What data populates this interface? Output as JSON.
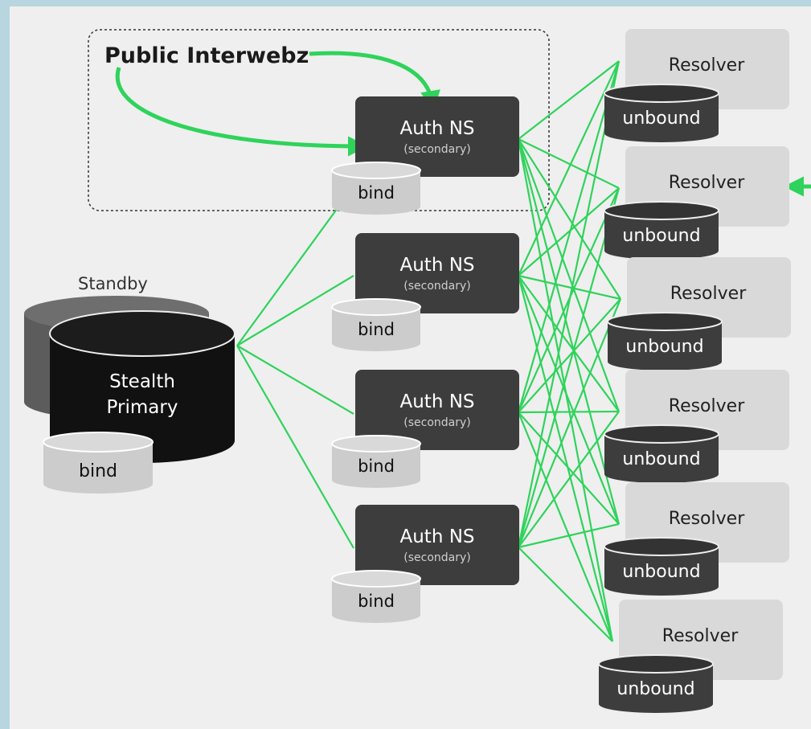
{
  "public_zone": {
    "label": "Public Interwebz"
  },
  "stealth": {
    "standby_label": "Standby",
    "primary_line1": "Stealth",
    "primary_line2": "Primary",
    "db_label": "bind"
  },
  "auth_servers": [
    {
      "title": "Auth NS",
      "subtitle": "(secondary)",
      "db_label": "bind"
    },
    {
      "title": "Auth NS",
      "subtitle": "(secondary)",
      "db_label": "bind"
    },
    {
      "title": "Auth NS",
      "subtitle": "(secondary)",
      "db_label": "bind"
    },
    {
      "title": "Auth NS",
      "subtitle": "(secondary)",
      "db_label": "bind"
    }
  ],
  "resolvers": [
    {
      "title": "Resolver",
      "db_label": "unbound"
    },
    {
      "title": "Resolver",
      "db_label": "unbound"
    },
    {
      "title": "Resolver",
      "db_label": "unbound"
    },
    {
      "title": "Resolver",
      "db_label": "unbound"
    },
    {
      "title": "Resolver",
      "db_label": "unbound"
    },
    {
      "title": "Resolver",
      "db_label": "unbound"
    }
  ],
  "colors": {
    "link": "#2fd35b",
    "node_dark": "#3d3d3d",
    "primary_db": "#111111",
    "standby_db": "#5c5c5c",
    "resolver_box": "#d9d9d9",
    "disk_light": "#cccccc"
  }
}
